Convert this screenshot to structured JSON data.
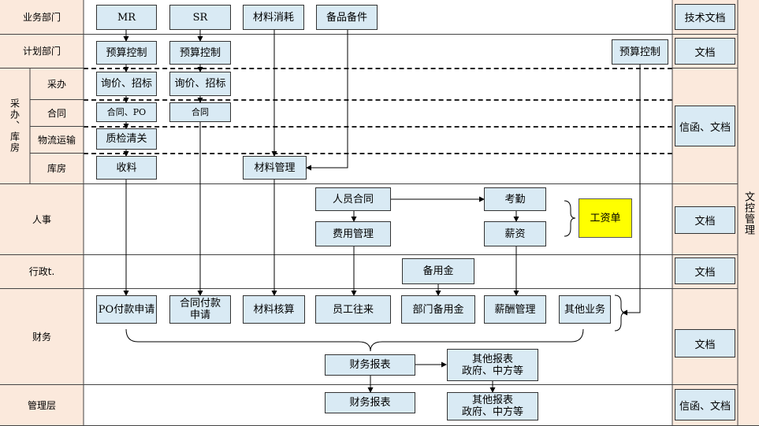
{
  "lanes": {
    "business": "业务部门",
    "planning": "计划部门",
    "purchasing_group": "采办、库房",
    "purchase": "采办",
    "contract": "合同",
    "logistics": "物流运输",
    "warehouse": "库房",
    "hr": "人事",
    "admin": "行政t.",
    "finance": "财务",
    "management": "管理层"
  },
  "doc_control": "文控管理",
  "docs": {
    "business": "技术文档",
    "planning": "文档",
    "purchasing": "信函、文档",
    "hr": "文档",
    "admin": "文档",
    "finance": "文档",
    "management": "信函、文档"
  },
  "boxes": {
    "mr": "MR",
    "sr": "SR",
    "material_consume": "材料消耗",
    "spare_parts": "备品备件",
    "budget1": "预算控制",
    "budget2": "预算控制",
    "budget3": "预算控制",
    "inquiry1": "询价、招标",
    "inquiry2": "询价、招标",
    "contract_po": "合同、PO",
    "contract": "合同",
    "qc": "质检清关",
    "receive": "收料",
    "material_mgmt": "材料管理",
    "staff_contract": "人员合同",
    "attendance": "考勤",
    "expense_mgmt": "费用管理",
    "salary": "薪资",
    "payroll": "工资单",
    "petty_cash": "备用金",
    "po_payment": "PO付款申请",
    "contract_payment": "合同付款申请",
    "material_account": "材料核算",
    "staff_transactions": "员工往来",
    "dept_petty_cash": "部门备用金",
    "salary_mgmt": "薪酬管理",
    "other_business": "其他业务",
    "fin_report": "财务报表",
    "other_report_l1": "其他报表",
    "other_report_l2": "政府、中方等",
    "fin_report_mgmt": "财务报表",
    "other_report_mgmt_l1": "其他报表",
    "other_report_mgmt_l2": "政府、中方等"
  },
  "colors": {
    "lane_bg": "#fbe9dc",
    "box_fill": "#d9eaf4",
    "highlight": "#ffff00"
  }
}
